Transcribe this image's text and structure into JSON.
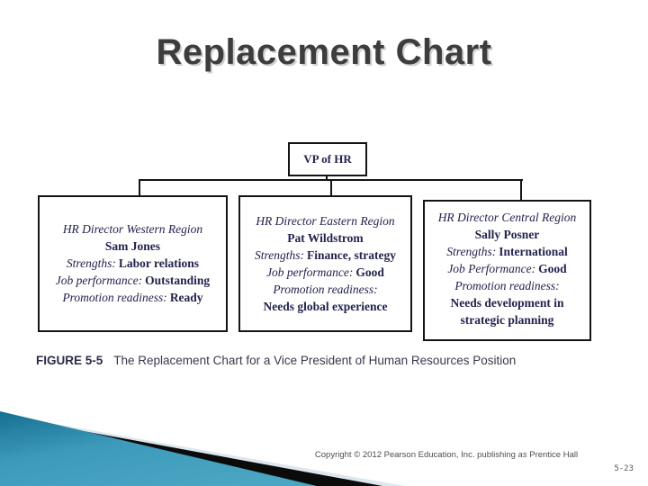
{
  "slide": {
    "title": "Replacement Chart",
    "page_number": "5-23",
    "copyright_prefix": "Copyright © 2012 Pearson Education, Inc. publishing ",
    "copyright_as": "as",
    "copyright_suffix": " Prentice Hall"
  },
  "figure_caption": {
    "label": "FIGURE 5-5",
    "text": "The Replacement Chart for a Vice President of Human Resources Position"
  },
  "org_chart": {
    "root_title": "VP of HR",
    "nodes": [
      {
        "title": "HR Director Western Region",
        "name": "Sam Jones",
        "strengths_label": "Strengths:",
        "strengths_value": "Labor relations",
        "performance_label": "Job performance:",
        "performance_value": "Outstanding",
        "readiness_label": "Promotion readiness:",
        "readiness_value": "Ready"
      },
      {
        "title": "HR Director Eastern Region",
        "name": "Pat Wildstrom",
        "strengths_label": "Strengths:",
        "strengths_value": "Finance, strategy",
        "performance_label": "Job performance:",
        "performance_value": "Good",
        "readiness_label": "Promotion readiness:",
        "readiness_value": "Needs global experience"
      },
      {
        "title": "HR Director Central Region",
        "name": "Sally Posner",
        "strengths_label": "Strengths:",
        "strengths_value": "International",
        "performance_label": "Job Performance:",
        "performance_value": "Good",
        "readiness_label": "Promotion readiness:",
        "readiness_value": "Needs development in\nstrategic planning"
      }
    ]
  },
  "colors": {
    "swoosh_teal_dark": "#156f90",
    "swoosh_teal_light": "#4aa6c2",
    "swoosh_pale": "#dde8ee",
    "swoosh_black": "#0b0b0b",
    "title_text": "#3d3d3d",
    "chart_text": "#23234e"
  }
}
